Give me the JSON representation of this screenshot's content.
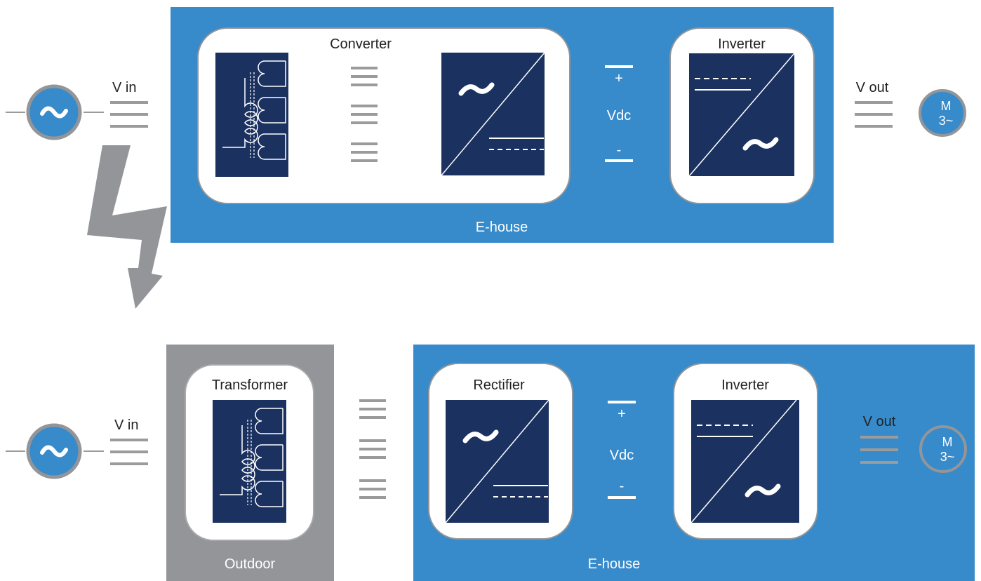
{
  "colors": {
    "ehouse_blue": "#378bcb",
    "outdoor_gray": "#939598",
    "module_navy": "#1b3160",
    "bar_gray": "#9b9b9b",
    "white": "#ffffff"
  },
  "top": {
    "source_icon": "ac-source-icon",
    "vin_label": "V in",
    "converter": {
      "title": "Converter"
    },
    "dc_link": {
      "plus": "+",
      "minus": "-",
      "label": "Vdc"
    },
    "inverter": {
      "title": "Inverter"
    },
    "enclosure_label": "E-house",
    "vout_label": "V out",
    "motor": {
      "letter": "M",
      "phase": "3~"
    }
  },
  "bottom": {
    "source_icon": "ac-source-icon",
    "vin_label": "V in",
    "transformer": {
      "title": "Transformer"
    },
    "outdoor_label": "Outdoor",
    "rectifier": {
      "title": "Rectifier"
    },
    "dc_link": {
      "plus": "+",
      "minus": "-",
      "label": "Vdc"
    },
    "inverter": {
      "title": "Inverter"
    },
    "enclosure_label": "E-house",
    "vout_label": "V out",
    "motor": {
      "letter": "M",
      "phase": "3~"
    }
  },
  "transition_icon": "lightning-arrow-icon"
}
